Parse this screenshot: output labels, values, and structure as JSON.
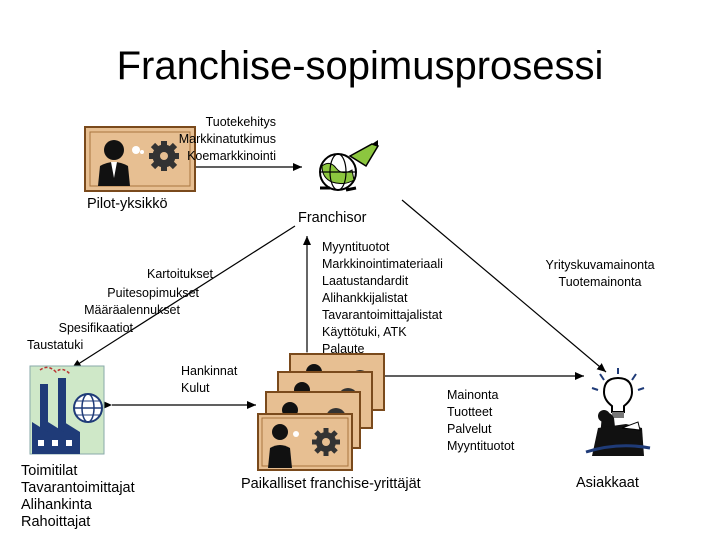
{
  "title": "Franchise-sopimusprosessi",
  "nodes": {
    "pilot": {
      "label": "Pilot-yksikkö"
    },
    "franchisor": {
      "label": "Franchisor"
    },
    "local": {
      "label": "Paikalliset franchise-yrittäjät"
    },
    "customers": {
      "label": "Asiakkaat"
    },
    "suppliers": {
      "lines": [
        "Toimitilat",
        "Tavarantoimittajat",
        "Alihankinta",
        "Rahoittajat"
      ]
    }
  },
  "annotations": {
    "development": [
      "Tuotekehitys",
      "Markkinatutkimus",
      "Koemarkkinointi"
    ],
    "surveys": [
      "Kartoitukset",
      "Puitesopimukset",
      "Määräalennukset",
      "Spesifikaatiot",
      "Taustatuki"
    ],
    "franchisor_services": [
      "Myyntituotot",
      "Markkinointimateriaali",
      "Laatustandardit",
      "Alihankkijalistat",
      "Tavarantoimittajalistat",
      "Käyttötuki, ATK",
      "Palaute"
    ],
    "corporate_ads": [
      "Yrityskuvamainonta",
      "Tuotemainonta"
    ],
    "purchases": [
      "Hankinnat",
      "Kulut"
    ],
    "marketing": [
      "Mainonta",
      "Tuotteet",
      "Palvelut",
      "Myyntituotot"
    ]
  },
  "icons": {
    "pilot": "businessman-gears-icon",
    "franchisor": "globe-rocket-icon",
    "suppliers": "factory-globe-icon",
    "local": "stacked-businessman-gears-icon",
    "customers": "lightbulb-thinker-icon"
  },
  "colors": {
    "card": "#e7bf92",
    "card_border": "#7a4a1c",
    "arrow": "#000000"
  }
}
